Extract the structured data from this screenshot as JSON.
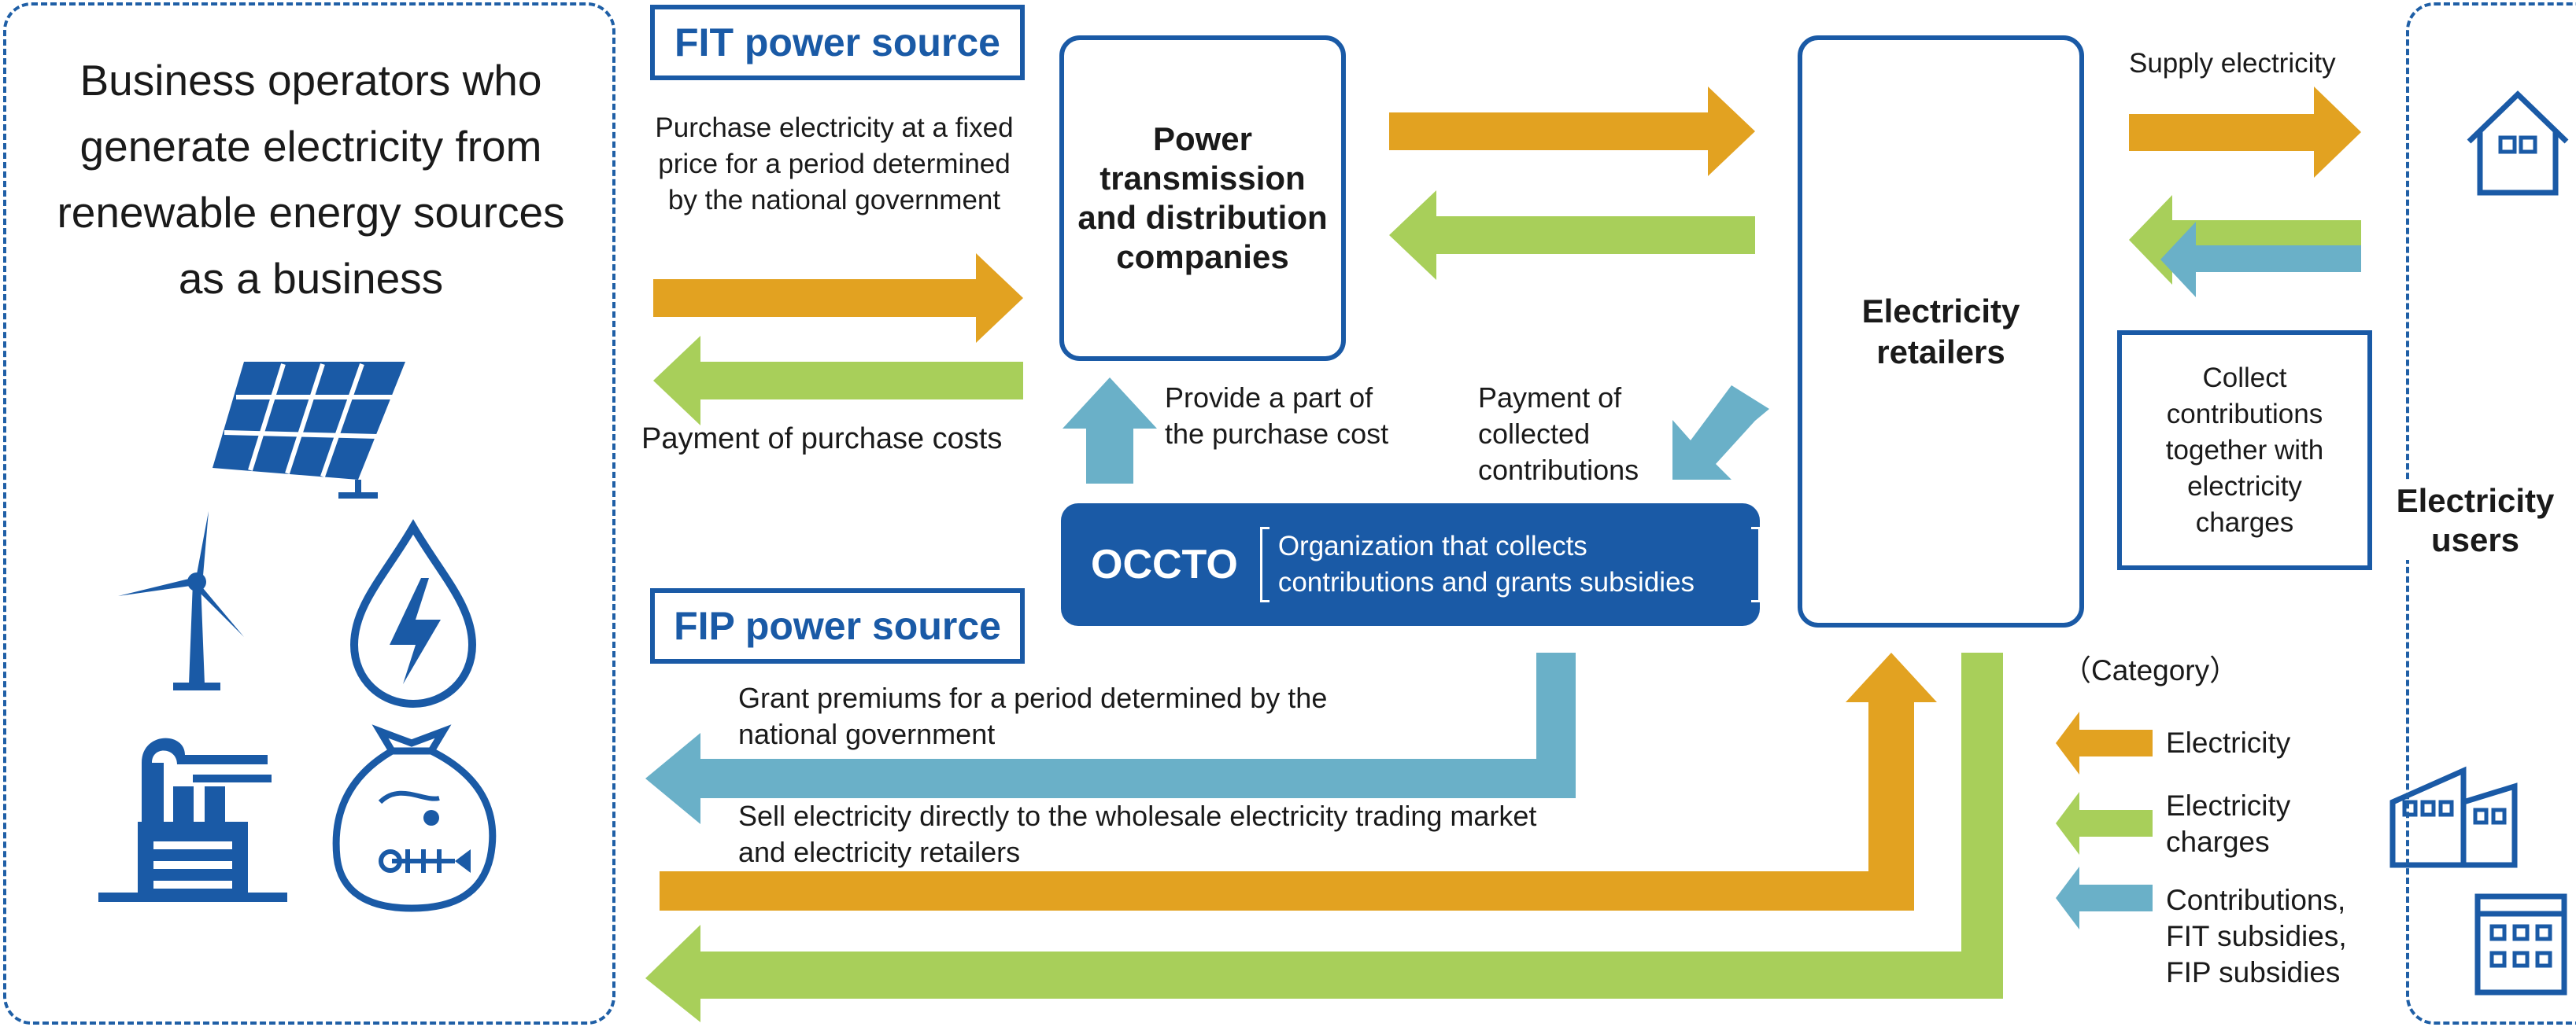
{
  "colors": {
    "electricity": "#e2a221",
    "charges": "#a8cf5a",
    "contributions": "#6ab0c8",
    "blue": "#1a5aa6"
  },
  "left_panel": {
    "title": "Business operators who generate electricity from renewable energy sources as a business",
    "icons": [
      "solar-panel-icon",
      "wind-turbine-icon",
      "hydro-power-icon",
      "factory-icon",
      "biomass-waste-icon"
    ]
  },
  "fit": {
    "label": "FIT power source",
    "purchase_text": "Purchase electricity at a fixed price for a period determined by the national government",
    "payment_text": "Payment of purchase costs"
  },
  "transmission": {
    "label": "Power transmission and distribution companies"
  },
  "provide_text": "Provide a part of the purchase cost",
  "payment_collected_text": "Payment of collected contributions",
  "occto": {
    "name": "OCCTO",
    "description": "Organization that collects contributions and grants subsidies"
  },
  "retailers": {
    "label": "Electricity retailers"
  },
  "supply_text": "Supply electricity",
  "collect_text": "Collect contributions together with electricity charges",
  "users": {
    "label": "Electricity users",
    "icons": [
      "house-icon",
      "factory-building-icon",
      "office-building-icon"
    ]
  },
  "fip": {
    "label": "FIP power source",
    "premium_text": "Grant premiums for a period determined by the national government",
    "sell_text": "Sell electricity directly to the wholesale electricity trading market and electricity retailers"
  },
  "legend": {
    "title": "（Category）",
    "items": [
      {
        "label": "Electricity",
        "color": "#e2a221"
      },
      {
        "label": "Electricity charges",
        "color": "#a8cf5a"
      },
      {
        "label": "Contributions, FIT subsidies, FIP subsidies",
        "color": "#6ab0c8"
      }
    ]
  }
}
